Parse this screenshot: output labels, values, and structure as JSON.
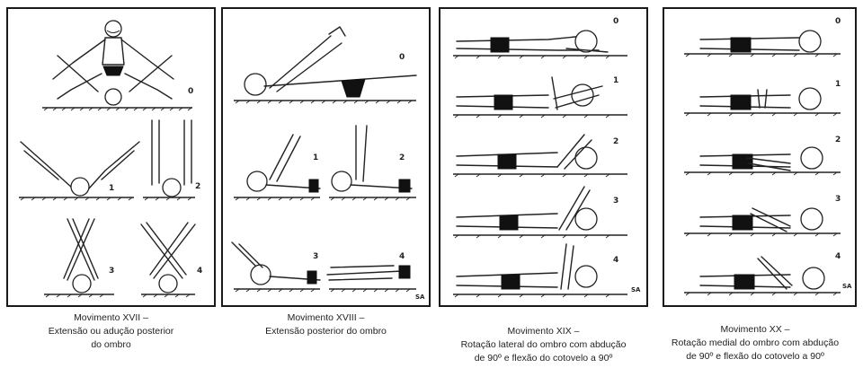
{
  "panels": [
    {
      "numbers": [
        "0",
        "1",
        "2",
        "3",
        "4"
      ],
      "signature": "",
      "caption": [
        "Movimento XVII –",
        "Extensão ou adução posterior",
        "do ombro"
      ]
    },
    {
      "numbers": [
        "0",
        "1",
        "2",
        "3",
        "4"
      ],
      "signature": "SA",
      "caption": [
        "Movimento XVIII –",
        "Extensão posterior do ombro"
      ]
    },
    {
      "numbers": [
        "0",
        "1",
        "2",
        "3",
        "4"
      ],
      "signature": "SA",
      "caption": [
        "Movimento XIX –",
        "Rotação lateral do ombro com abdução",
        "de 90º e flexão do cotovelo a 90º"
      ]
    },
    {
      "numbers": [
        "0",
        "1",
        "2",
        "3",
        "4"
      ],
      "signature": "SA",
      "caption": [
        "Movimento XX –",
        "Rotação medial do ombro com abdução",
        "de 90º e flexão do cotovelo a 90º"
      ]
    }
  ],
  "colors": {
    "ink": "#1a1a1a",
    "paper": "#ffffff",
    "caption_text": "#222222"
  }
}
